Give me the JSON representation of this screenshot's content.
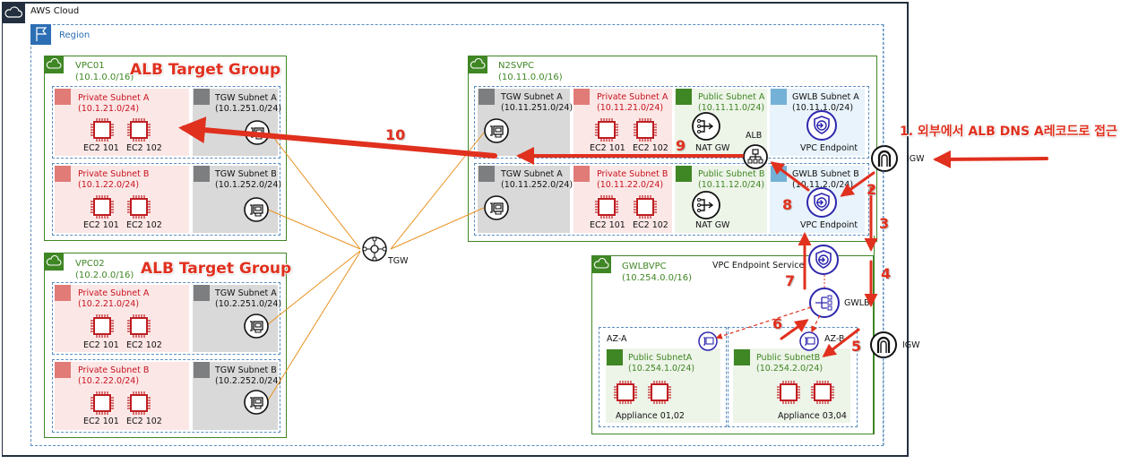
{
  "cloud": {
    "title": "AWS Cloud",
    "icon": "cloud-icon"
  },
  "region": {
    "title": "Region",
    "icon": "flag-icon"
  },
  "vpc01": {
    "name": "VPC01",
    "cidr": "(10.1.0.0/16)",
    "annotation": "ALB Target Group",
    "subnets": [
      {
        "name": "Private Subnet A",
        "cidr": "(10.1.21.0/24)",
        "instances": [
          "EC2 101",
          "EC2 102"
        ]
      },
      {
        "name": "TGW Subnet A",
        "cidr": "(10.1.251.0/24)"
      },
      {
        "name": "Private Subnet B",
        "cidr": "(10.1.22.0/24)",
        "instances": [
          "EC2 101",
          "EC2 102"
        ]
      },
      {
        "name": "TGW Subnet B",
        "cidr": "(10.1.252.0/24)"
      }
    ]
  },
  "vpc02": {
    "name": "VPC02",
    "cidr": "(10.2.0.0/16)",
    "annotation": "ALB Target Group",
    "subnets": [
      {
        "name": "Private Subnet A",
        "cidr": "(10.2.21.0/24)",
        "instances": [
          "EC2 101",
          "EC2 102"
        ]
      },
      {
        "name": "TGW Subnet A",
        "cidr": "(10.2.251.0/24)"
      },
      {
        "name": "Private Subnet B",
        "cidr": "(10.2.22.0/24)",
        "instances": [
          "EC2 101",
          "EC2 102"
        ]
      },
      {
        "name": "TGW Subnet B",
        "cidr": "(10.2.252.0/24)"
      }
    ]
  },
  "tgw": {
    "label": "TGW"
  },
  "n2svpc": {
    "name": "N2SVPC",
    "cidr": "(10.11.0.0/16)",
    "subnets": [
      {
        "name": "TGW Subnet A",
        "cidr": "(10.11.251.0/24)"
      },
      {
        "name": "Private Subnet A",
        "cidr": "(10.11.21.0/24)",
        "instances": [
          "EC2 101",
          "EC2 102"
        ]
      },
      {
        "name": "Public Subnet A",
        "cidr": "(10.11.11.0/24)",
        "resource": "NAT GW"
      },
      {
        "name": "GWLB Subnet A",
        "cidr": "(10.11.1.0/24)",
        "resource": "VPC Endpoint"
      },
      {
        "name": "TGW Subnet A",
        "cidr": "(10.11.252.0/24)"
      },
      {
        "name": "Private Subnet B",
        "cidr": "(10.11.22.0/24)",
        "instances": [
          "EC2 101",
          "EC2 102"
        ]
      },
      {
        "name": "Public Subnet B",
        "cidr": "(10.11.12.0/24)",
        "resource": "NAT GW"
      },
      {
        "name": "GWLB Subnet B",
        "cidr": "(10.11.2.0/24)",
        "resource": "VPC Endpoint"
      }
    ],
    "alb_label": "ALB"
  },
  "gwlbvpc": {
    "name": "GWLBVPC",
    "cidr": "(10.254.0.0/16)",
    "endpoint_service_label": "VPC Endpoint Service",
    "gwlb_label": "GWLB",
    "azs": [
      {
        "name": "AZ-A",
        "subnet": "Public SubnetA",
        "cidr": "(10.254.1.0/24)",
        "appliances": "Appliance 01,02"
      },
      {
        "name": "AZ-B",
        "subnet": "Public SubnetB",
        "cidr": "(10.254.2.0/24)",
        "appliances": "Appliance 03,04"
      }
    ]
  },
  "igw": {
    "top_label": "IGW",
    "bottom_label": "IGW"
  },
  "annotations": {
    "step1": "1. 외부에서 ALB DNS A레코드로 접근",
    "steps": [
      "2",
      "3",
      "4",
      "5",
      "6",
      "7",
      "8",
      "9",
      "10"
    ]
  },
  "colors": {
    "vpc": "#3f8624",
    "private": "#c7131f",
    "arrow": "#e0301e",
    "tgw_line": "#e8901e",
    "endpoint": "#2e27ad"
  }
}
